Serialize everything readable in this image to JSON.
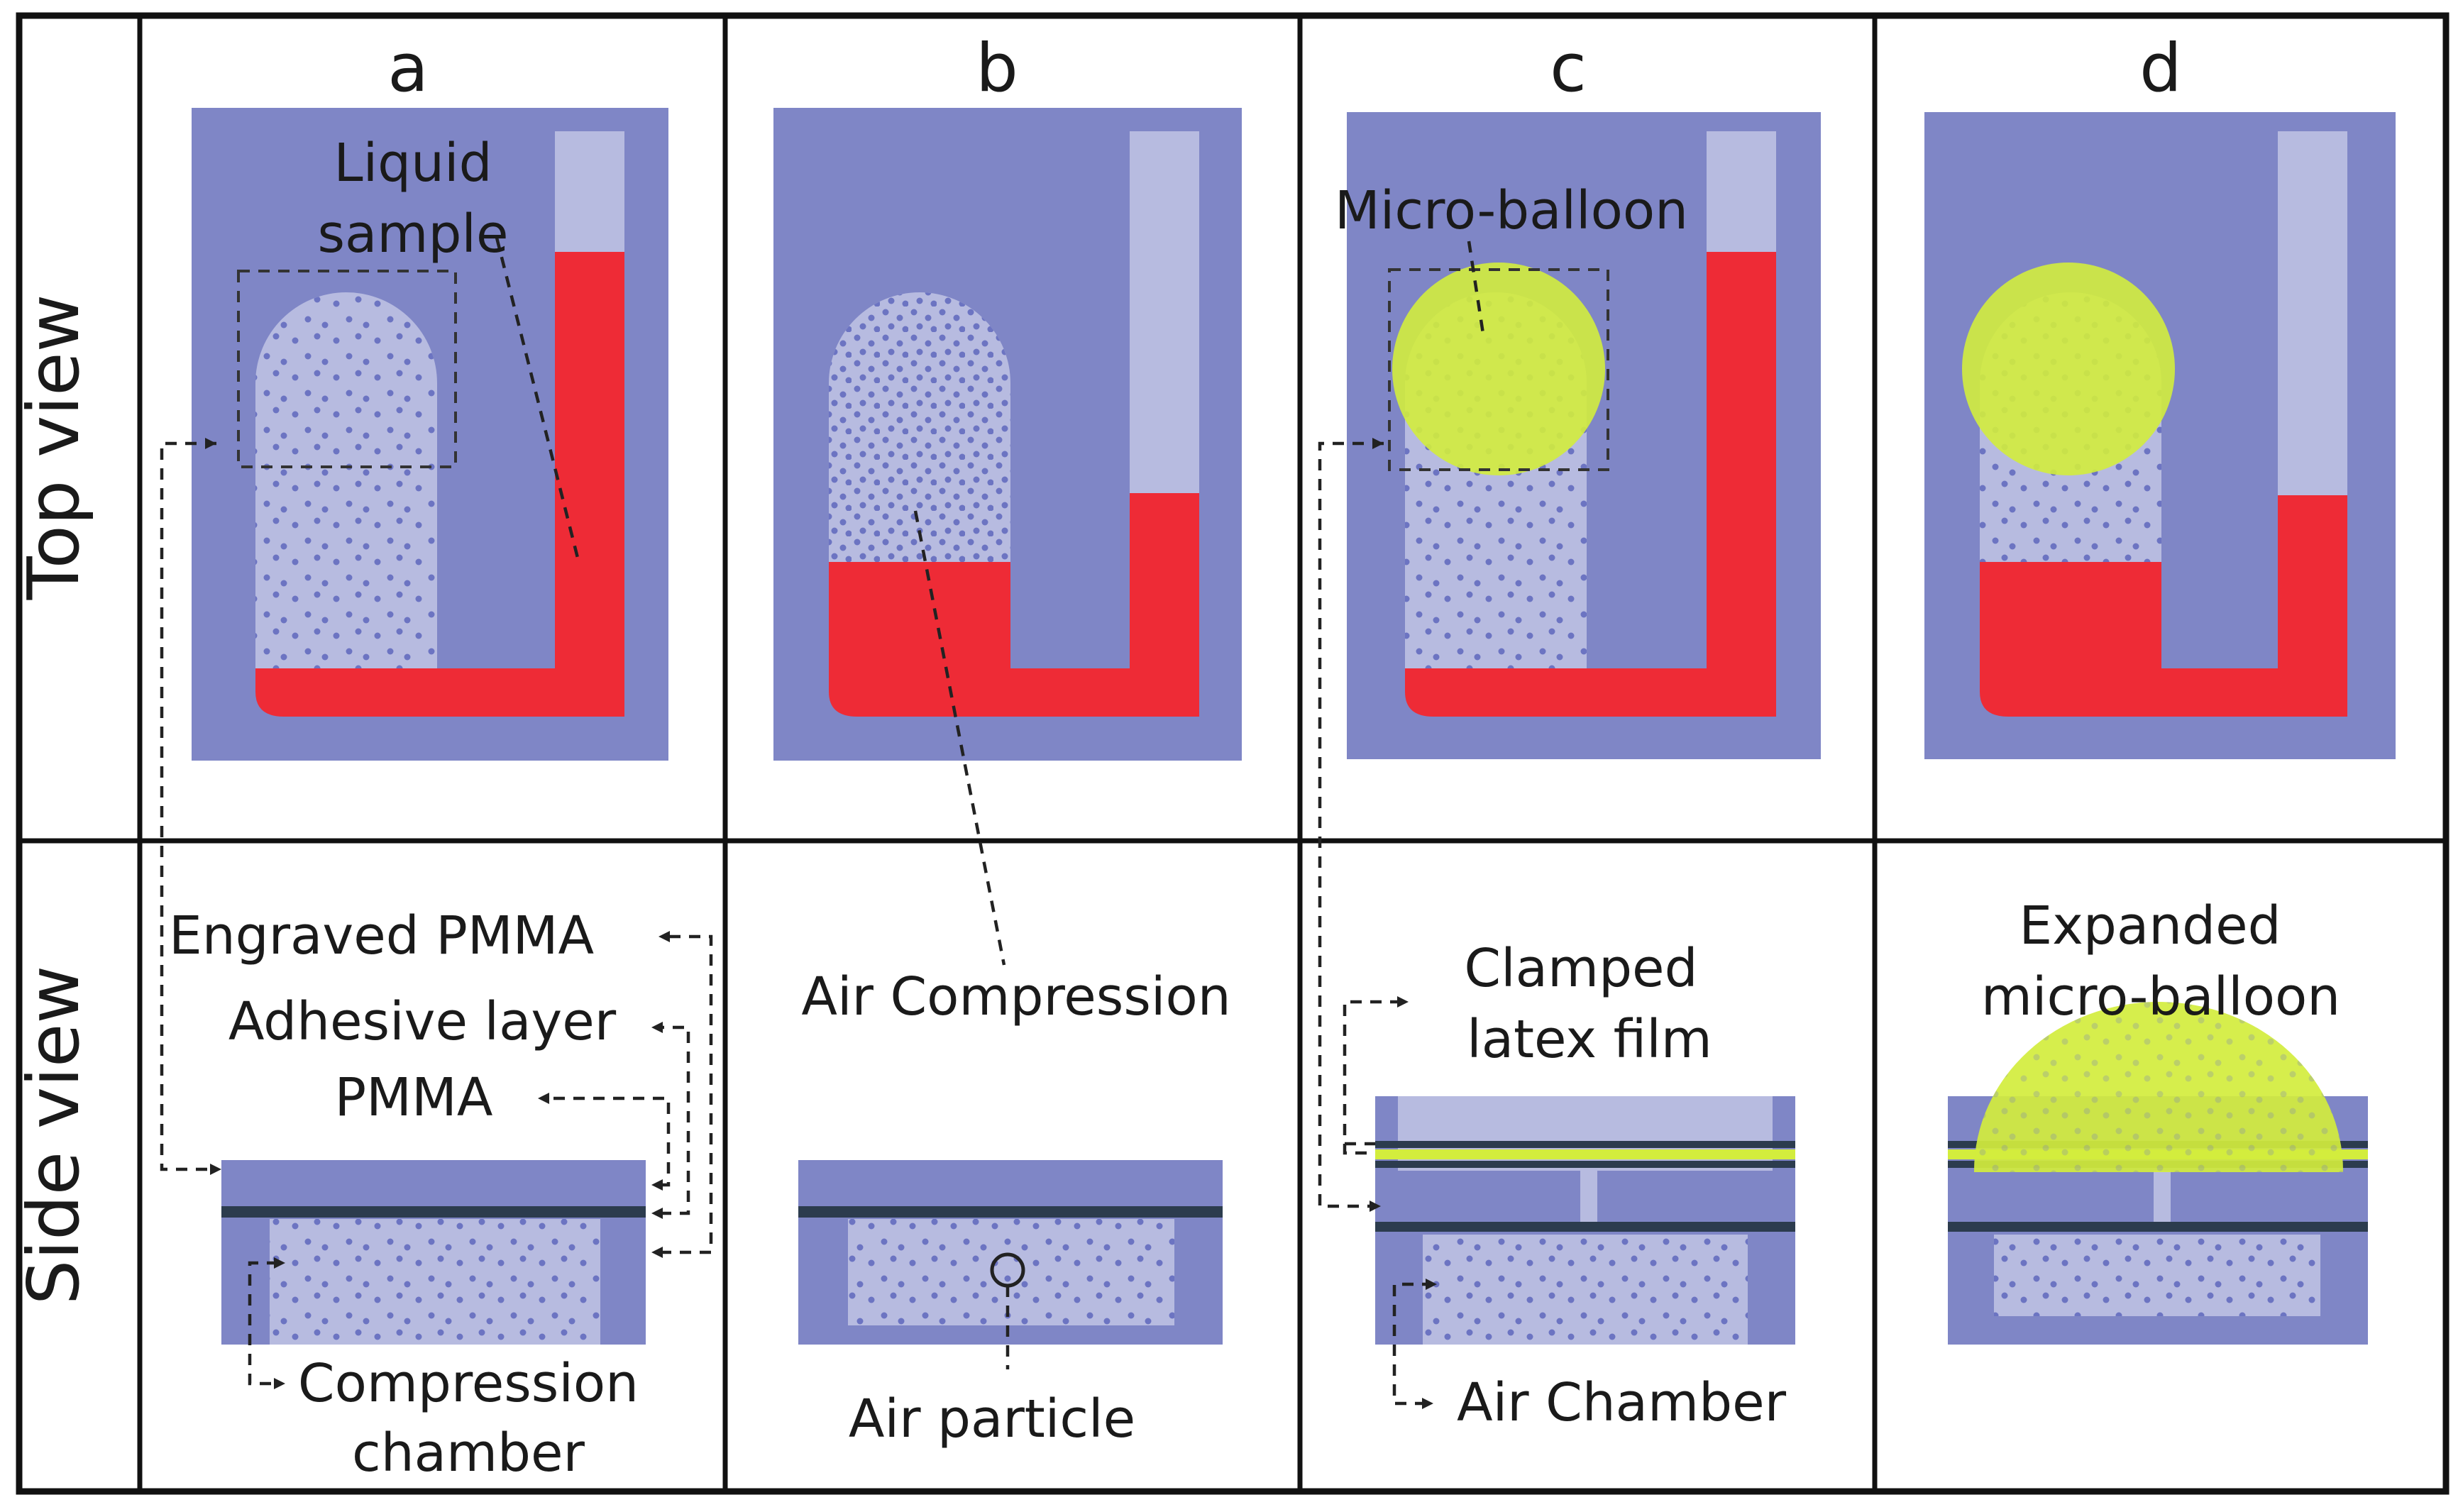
{
  "row_labels": {
    "top": "Top view",
    "side": "Side view"
  },
  "panels": {
    "a": {
      "letter": "a",
      "liquid_sample_line1": "Liquid",
      "liquid_sample_line2": "sample",
      "engraved_pmma": "Engraved PMMA",
      "adhesive_layer": "Adhesive layer",
      "pmma": "PMMA",
      "compression_line1": "Compression",
      "compression_line2": "chamber"
    },
    "b": {
      "letter": "b",
      "air_compression": "Air Compression",
      "air_particle": "Air particle"
    },
    "c": {
      "letter": "c",
      "micro_balloon": "Micro-balloon",
      "clamped_line1": "Clamped",
      "clamped_line2": "latex film",
      "air_chamber": "Air Chamber"
    },
    "d": {
      "letter": "d",
      "expanded_line1": "Expanded",
      "expanded_line2": "micro-balloon"
    }
  },
  "colors": {
    "chip_body": "#7f86c6",
    "chamber_fill": "#b7bbe0",
    "liquid_red": "#ee2b36",
    "balloon_yellow": "#d3ed3d",
    "adhesive_dark": "#2c3c4e",
    "air_dots": "#6c74c2"
  }
}
